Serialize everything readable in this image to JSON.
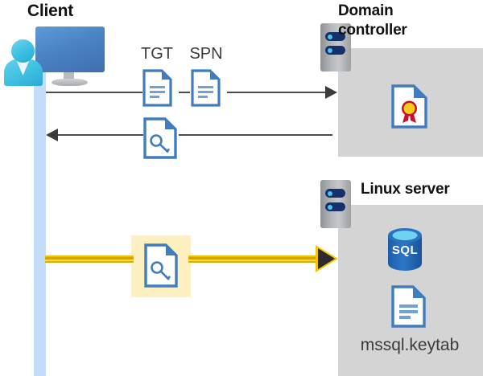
{
  "diagram": {
    "title": "Kerberos authentication flow between Client, Domain controller and Linux server",
    "type": "sequence-flow"
  },
  "actors": {
    "client": {
      "label": "Client",
      "icon": "client-computer-user-icon",
      "lifeline_color": "#c3dcfa"
    },
    "domain_controller": {
      "label": "Domain\ncontroller",
      "label_line1": "Domain",
      "label_line2": "controller",
      "icon": "server-rack-icon",
      "box_color": "#d4d4d4",
      "contents": [
        {
          "name": "certificate-document-icon",
          "label": ""
        }
      ]
    },
    "linux_server": {
      "label": "Linux server",
      "icon": "server-rack-icon",
      "box_color": "#d4d4d4",
      "contents": [
        {
          "name": "sql-database-icon",
          "label": "SQL"
        },
        {
          "name": "keytab-document-icon",
          "label": "mssql.keytab"
        }
      ]
    }
  },
  "messages": [
    {
      "id": "request",
      "from": "client",
      "to": "domain_controller",
      "direction": "right",
      "color": "#3b3b3b",
      "artifacts": [
        {
          "label": "TGT",
          "icon": "document-lines-icon"
        },
        {
          "label": "SPN",
          "icon": "document-lines-icon"
        }
      ]
    },
    {
      "id": "response",
      "from": "domain_controller",
      "to": "client",
      "direction": "left",
      "color": "#3b3b3b",
      "artifacts": [
        {
          "label": "",
          "icon": "document-key-icon"
        }
      ]
    },
    {
      "id": "service-ticket",
      "from": "client",
      "to": "linux_server",
      "direction": "right",
      "color": "#f5c400",
      "highlighted": true,
      "highlight_color": "#fdf0c0",
      "artifacts": [
        {
          "label": "",
          "icon": "document-key-icon"
        }
      ]
    }
  ],
  "colors": {
    "accent_blue": "#3f7cc0",
    "doc_fill": "#ffffff",
    "doc_stroke": "#3f7cc0",
    "gray_box": "#d4d4d4",
    "arrow_gray": "#3b3b3b",
    "arrow_yellow": "#f5c400",
    "highlight_yellow": "#fdf0c0",
    "lifeline_blue": "#c3dcfa",
    "sql_blue": "#2e6fba",
    "cert_gold": "#f5cc1a",
    "cert_red": "#c8102e"
  }
}
